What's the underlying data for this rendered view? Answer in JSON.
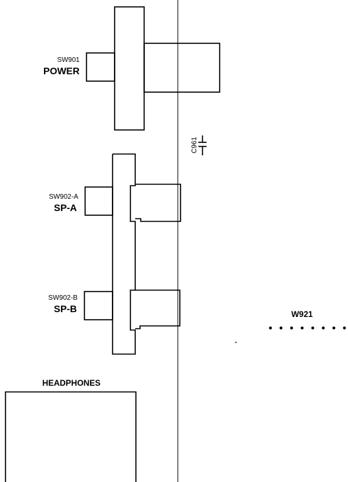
{
  "switches": [
    {
      "ref": "SW901",
      "name": "POWER"
    },
    {
      "ref": "SW902-A",
      "name": "SP-A"
    },
    {
      "ref": "SW902-B",
      "name": "SP-B"
    }
  ],
  "capacitor": {
    "ref": "C961"
  },
  "wire": {
    "ref": "W921",
    "pin_count": 8
  },
  "jack": {
    "name": "HEADPHONES"
  }
}
